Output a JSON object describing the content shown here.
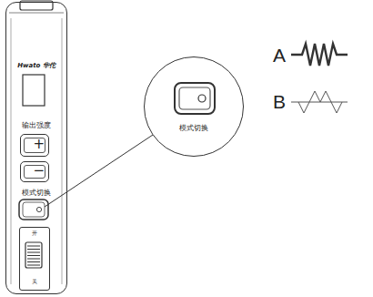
{
  "diagram": {
    "nodes": [
      {
        "text": [
          "Hwato 华佗",
          "输出强度",
          "模式切换"
        ]
      },
      {
        "text": [
          "+"
        ],
        "in": 0
      },
      {
        "text": [
          "−"
        ],
        "in": 0
      },
      {
        "text": [
          "开",
          "关"
        ],
        "in": 0
      },
      {
        "text": [
          "模式切换"
        ]
      }
    ],
    "labels": [
      "A",
      "B"
    ]
  }
}
